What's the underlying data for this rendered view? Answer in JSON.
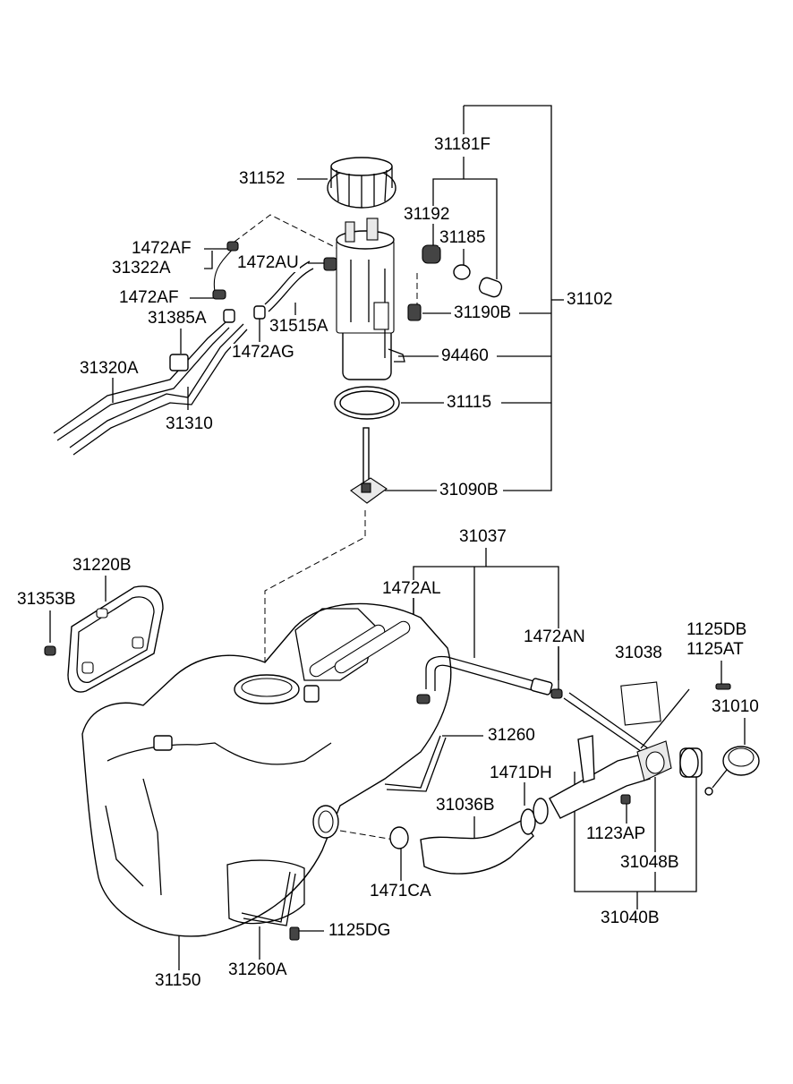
{
  "labels": {
    "p31181F": "31181F",
    "p31152": "31152",
    "p31192": "31192",
    "p31185": "31185",
    "p1472AF_a": "1472AF",
    "p31322A": "31322A",
    "p1472AU": "1472AU",
    "p1472AF_b": "1472AF",
    "p31102": "31102",
    "p31385A": "31385A",
    "p31515A": "31515A",
    "p31190B": "31190B",
    "p1472AG": "1472AG",
    "p94460": "94460",
    "p31320A": "31320A",
    "p31115": "31115",
    "p31310": "31310",
    "p31090B": "31090B",
    "p31037": "31037",
    "p31220B": "31220B",
    "p1472AL": "1472AL",
    "p31353B": "31353B",
    "p1472AN": "1472AN",
    "p1125DB": "1125DB",
    "p1125AT": "1125AT",
    "p31038": "31038",
    "p31010": "31010",
    "p31260": "31260",
    "p1471DH": "1471DH",
    "p31036B": "31036B",
    "p1123AP": "1123AP",
    "p31048B": "31048B",
    "p1471CA": "1471CA",
    "p31040B": "31040B",
    "p1125DG": "1125DG",
    "p31150": "31150",
    "p31260A": "31260A"
  }
}
